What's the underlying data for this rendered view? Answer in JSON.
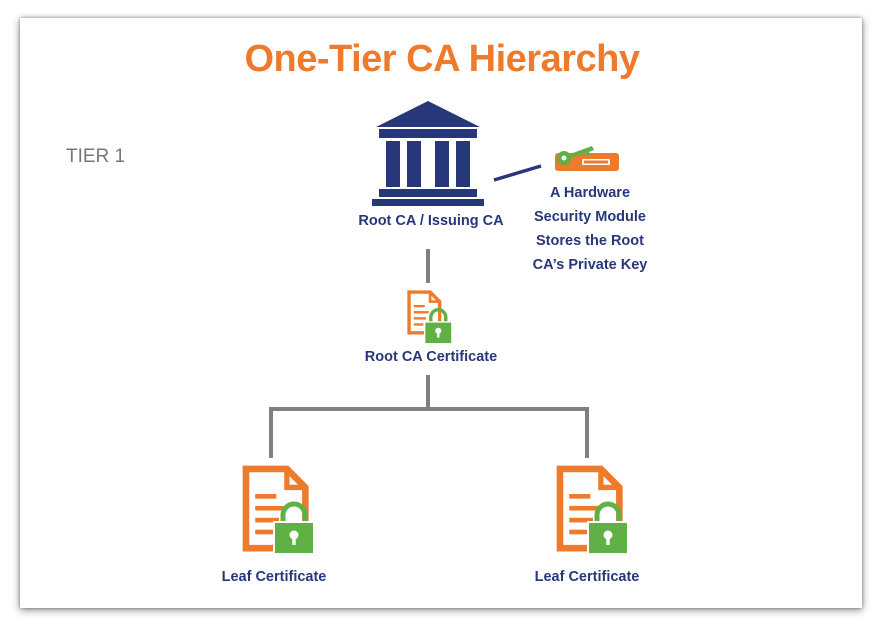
{
  "title": "One-Tier CA Hierarchy",
  "tier_label": "TIER 1",
  "root": {
    "label": "Root CA / Issuing CA",
    "icon": "bank-building-icon"
  },
  "hsm": {
    "icon": "hsm-device-icon",
    "lines": [
      "A Hardware",
      "Security Module",
      "Stores the Root",
      "CA’s Private Key"
    ]
  },
  "root_certificate": {
    "label": "Root CA Certificate",
    "icon": "certificate-lock-icon"
  },
  "leaves": [
    {
      "label": "Leaf Certificate",
      "icon": "certificate-lock-icon"
    },
    {
      "label": "Leaf Certificate",
      "icon": "certificate-lock-icon"
    }
  ],
  "colors": {
    "title": "#ee7a2c",
    "navy": "#283779",
    "orange": "#ee7a2c",
    "green": "#5fb045",
    "connector": "#808080"
  }
}
